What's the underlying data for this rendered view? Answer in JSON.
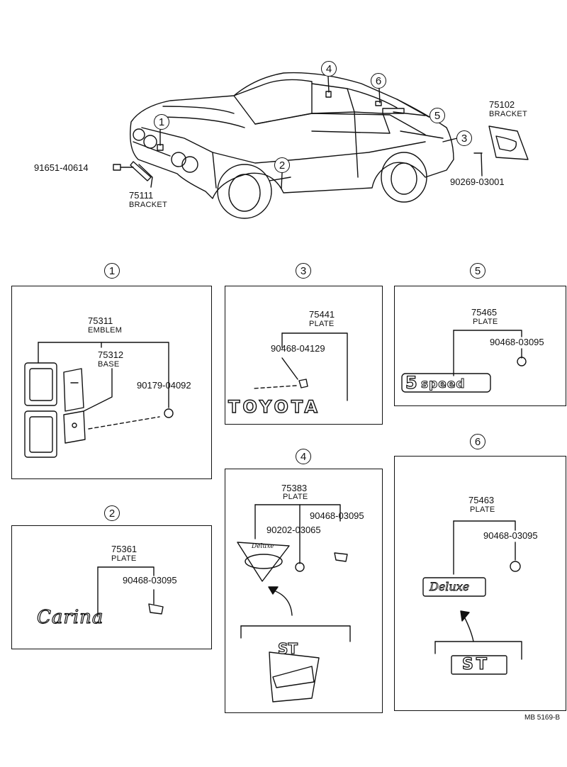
{
  "overview": {
    "callouts": [
      "1",
      "2",
      "3",
      "4",
      "5",
      "6"
    ],
    "parts": {
      "p1": "91651-40614",
      "p2": "75111",
      "p2_sub": "BRACKET",
      "p3": "75102",
      "p3_sub": "BRACKET",
      "p4": "90269-03001"
    }
  },
  "panel1": {
    "marker": "1",
    "num_a": "75311",
    "sub_a": "EMBLEM",
    "num_b": "75312",
    "sub_b": "BASE",
    "num_c": "90179-04092"
  },
  "panel2": {
    "marker": "2",
    "num_a": "75361",
    "sub_a": "PLATE",
    "num_b": "90468-03095",
    "badge_text": "Carina"
  },
  "panel3": {
    "marker": "3",
    "num_a": "75441",
    "sub_a": "PLATE",
    "num_b": "90468-04129",
    "badge_text": "TOYOTA"
  },
  "panel4": {
    "marker": "4",
    "num_a": "75383",
    "sub_a": "PLATE",
    "num_b": "90468-03095",
    "num_c": "90202-03065",
    "badge_text": "Deluxe",
    "st_text": "ST"
  },
  "panel5": {
    "marker": "5",
    "num_a": "75465",
    "sub_a": "PLATE",
    "num_b": "90468-03095",
    "badge_num": "5",
    "badge_text": "speed"
  },
  "panel6": {
    "marker": "6",
    "num_a": "75463",
    "sub_a": "PLATE",
    "num_b": "90468-03095",
    "badge_text": "Deluxe",
    "st_text": "ST"
  },
  "footer": "MB 5169-B"
}
